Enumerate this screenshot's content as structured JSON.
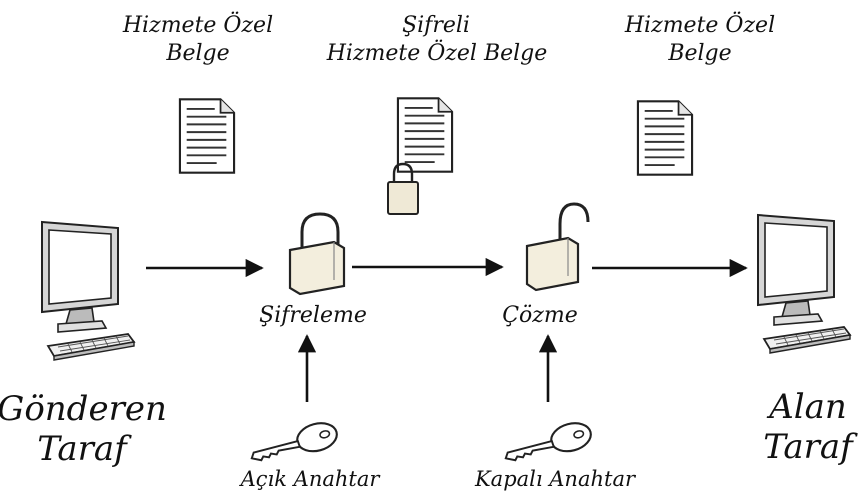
{
  "doc_labels": {
    "left_line1": "Hizmete Özel",
    "left_line2": "Belge",
    "middle_line1": "Şifreli",
    "middle_line2": "Hizmete Özel Belge",
    "right_line1": "Hizmete Özel",
    "right_line2": "Belge"
  },
  "process_labels": {
    "encrypt": "Şifreleme",
    "decrypt": "Çözme"
  },
  "party_labels": {
    "sender_line1": "Gönderen",
    "sender_line2": "Taraf",
    "receiver_line1": "Alan",
    "receiver_line2": "Taraf"
  },
  "key_labels": {
    "public_key": "Açık Anahtar",
    "private_key": "Kapalı Anahtar"
  },
  "icons": [
    "computer-icon",
    "document-icon",
    "padlock-icon",
    "key-icon",
    "arrow-icon"
  ]
}
